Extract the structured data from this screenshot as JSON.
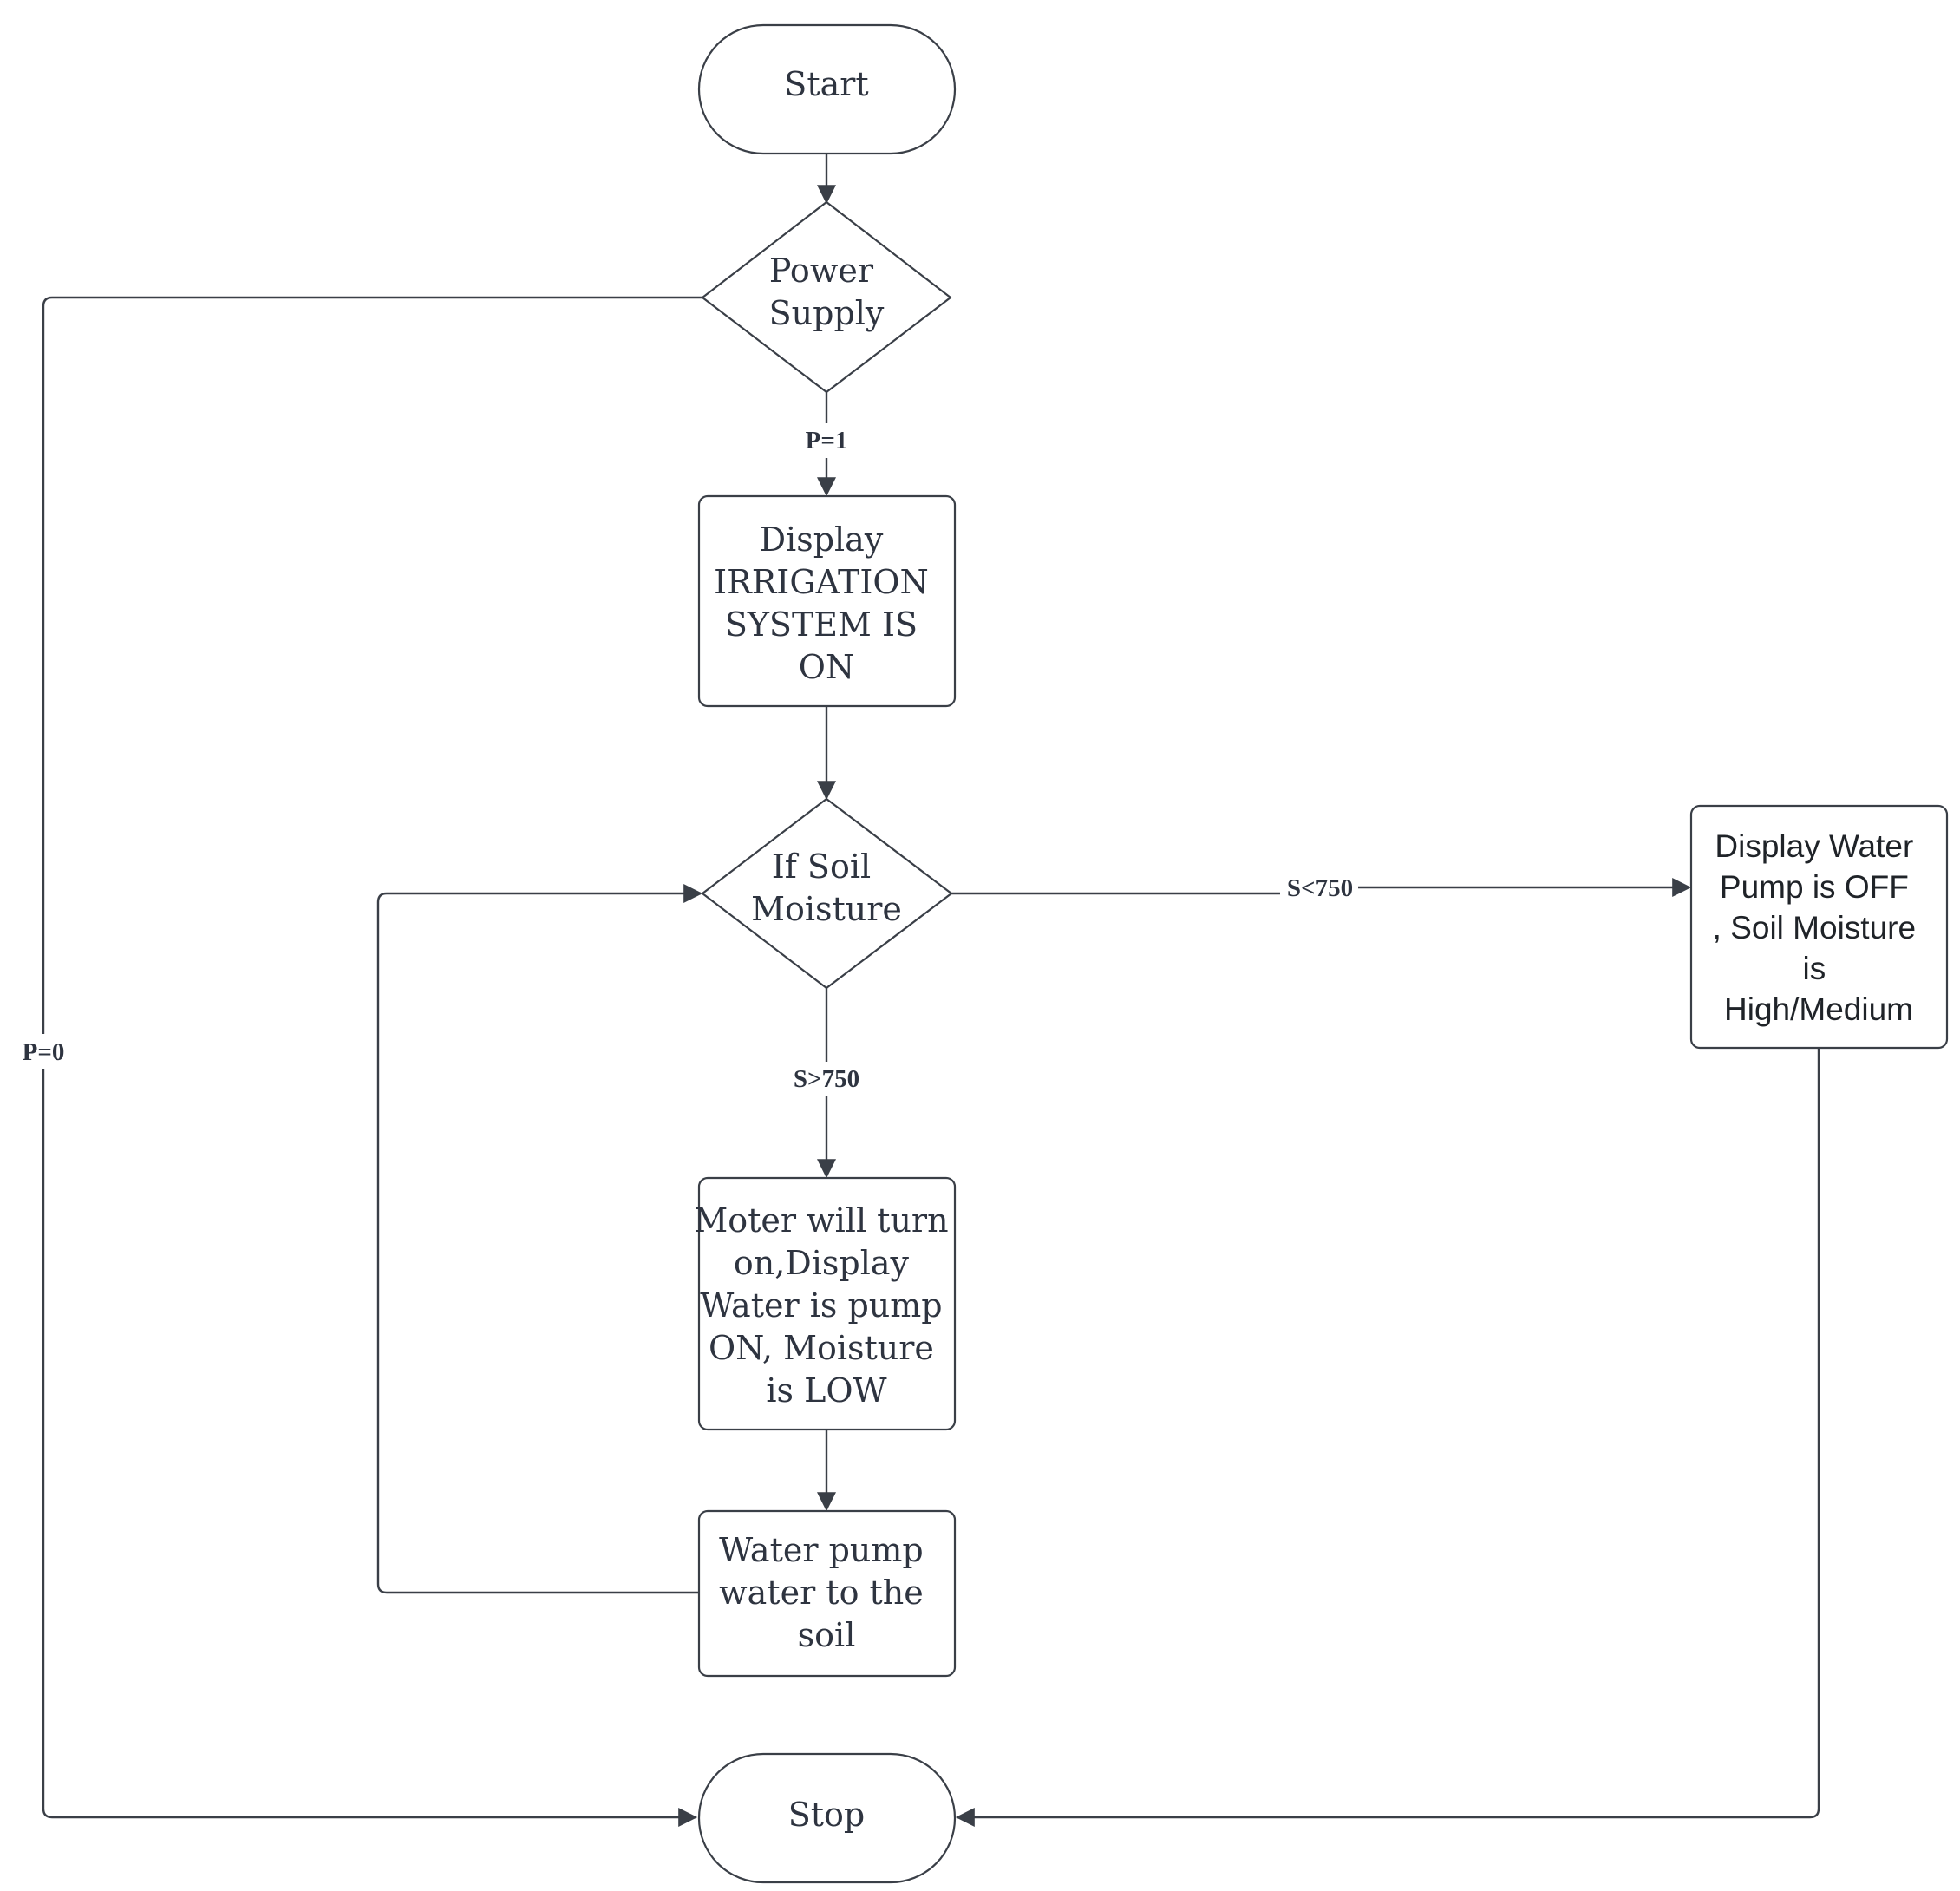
{
  "diagram": {
    "nodes": {
      "start": {
        "lines": [
          "Start"
        ]
      },
      "power_supply": {
        "lines": [
          "Power",
          "Supply"
        ]
      },
      "display_system_on": {
        "lines": [
          "Display",
          "IRRIGATION",
          "SYSTEM IS",
          "ON"
        ]
      },
      "soil_moisture": {
        "lines": [
          "If Soil",
          "Moisture"
        ]
      },
      "motor_on": {
        "lines": [
          "Moter will turn",
          "on,Display",
          "Water is pump",
          "ON, Moisture",
          "is LOW"
        ]
      },
      "water_pump": {
        "lines": [
          "Water pump",
          "water to the",
          "soil"
        ]
      },
      "display_pump_off": {
        "lines": [
          "Display Water",
          "Pump is OFF",
          ", Soil Moisture",
          "is",
          "High/Medium"
        ]
      },
      "stop": {
        "lines": [
          "Stop"
        ]
      }
    },
    "edge_labels": {
      "p1": "P=1",
      "p0": "P=0",
      "s_gt": "S>750",
      "s_lt": "S<750"
    },
    "colors": {
      "stroke": "#3a3f47",
      "text": "#2e3440"
    }
  }
}
